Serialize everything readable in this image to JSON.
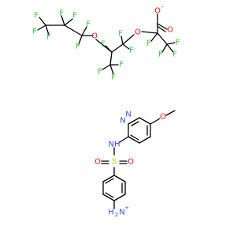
{
  "atom_colors": {
    "F": "#33cc33",
    "O": "#ff0d0d",
    "N": "#3050f8",
    "S": "#c8c800",
    "C": "#000000"
  },
  "labels": {
    "F": "F",
    "O": "O",
    "N": "N",
    "S": "S",
    "H": "H",
    "NH": "NH",
    "H2N": "H",
    "sub2": "2",
    "neg": "-",
    "pos": "+"
  }
}
